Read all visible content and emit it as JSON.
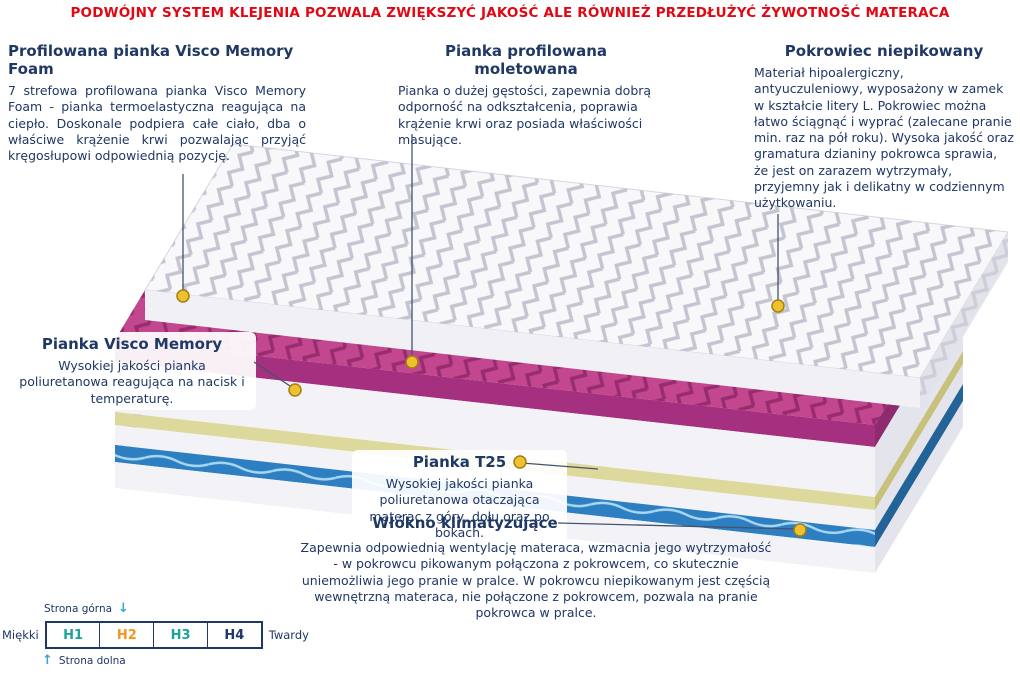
{
  "banner": {
    "text": "PODWÓJNY SYSTEM KLEJENIA POZWALA ZWIĘKSZYĆ JAKOŚĆ ALE RÓWNIEŻ PRZEDŁUŻYĆ ŻYWOTNOŚĆ MATERACA"
  },
  "callouts": [
    {
      "id": "profilowana-visco-foam",
      "title": "Profilowana pianka Visco Memory Foam",
      "body": "7 strefowa profilowana pianka Visco Memory Foam - pianka termoelastyczna reagująca na ciepło. Doskonale podpiera całe ciało, dba o właściwe krążenie krwi pozwalając przyjąć kręgosłupowi odpowiednią pozycję."
    },
    {
      "id": "pianka-moletowana",
      "title": "Pianka profilowana moletowana",
      "body": "Pianka o dużej gęstości, zapewnia dobrą odporność na odkształcenia, poprawia krążenie krwi oraz posiada właściwości masujące."
    },
    {
      "id": "pokrowiec-niepikowany",
      "title": "Pokrowiec niepikowany",
      "body": "Materiał hipoalergiczny, antyuczuleniowy, wyposażony w zamek w kształcie litery L. Pokrowiec można łatwo ściągnąć i wyprać (zalecane pranie min. raz na pół roku). Wysoka jakość oraz gramatura dzianiny pokrowca sprawia, że jest on zarazem wytrzymały, przyjemny jak i delikatny w codziennym użytkowaniu."
    },
    {
      "id": "pianka-visco-memory",
      "title": "Pianka Visco Memory",
      "body": "Wysokiej jakości pianka poliuretanowa reagująca na nacisk i temperaturę."
    },
    {
      "id": "pianka-t25",
      "title": "Pianka T25",
      "body": "Wysokiej jakości pianka poliuretanowa otaczająca materac z góry, dołu oraz po bokach."
    },
    {
      "id": "wlokno-klimatyzujace",
      "title": "Włókno klimatyzujące",
      "body": "Zapewnia odpowiednią wentylację materaca, wzmacnia jego wytrzymałość - w pokrowcu pikowanym połączona z pokrowcem, co skutecznie uniemożliwia jego pranie w pralce. W pokrowcu niepikowanym jest częścią wewnętrzną materaca, nie połączone z pokrowcem, pozwala na pranie pokrowca w pralce."
    }
  ],
  "scale": {
    "top_label": "Strona górna",
    "bottom_label": "Strona dolna",
    "soft_label": "Miękki",
    "hard_label": "Twardy",
    "down_arrow": "↓",
    "up_arrow": "↑",
    "levels": [
      {
        "label": "H1",
        "color": "#1ba39c"
      },
      {
        "label": "H2",
        "color": "#f7941e"
      },
      {
        "label": "H3",
        "color": "#1ba39c"
      },
      {
        "label": "H4",
        "color": "#1f3864"
      }
    ]
  },
  "colors": {
    "red": "#e30613",
    "navy": "#1f3864",
    "arrow_teal": "#3aa6cf",
    "connector": "#45536e",
    "dot_gold": "#f0c12f",
    "dot_ring": "#a37e12",
    "foam_top": "#f8f8fb",
    "foam_zigzag": "#c5c5d1",
    "foam_face": "#f0f0f5",
    "foam_end": "#e3e3ec",
    "pink_top": "#c2478f",
    "pink_zigzag": "#8f2768",
    "pink_face": "#a63080",
    "pink_end": "#8e2a6e",
    "white_face": "#f3f3f7",
    "white_end": "#e4e4ed",
    "yellow_face": "#ddd89b",
    "yellow_end": "#c7c17c",
    "blue_face": "#2d7fc1",
    "blue_wave": "#a8d8f0",
    "blue_end": "#246397",
    "outline": "#d6d6e0"
  }
}
